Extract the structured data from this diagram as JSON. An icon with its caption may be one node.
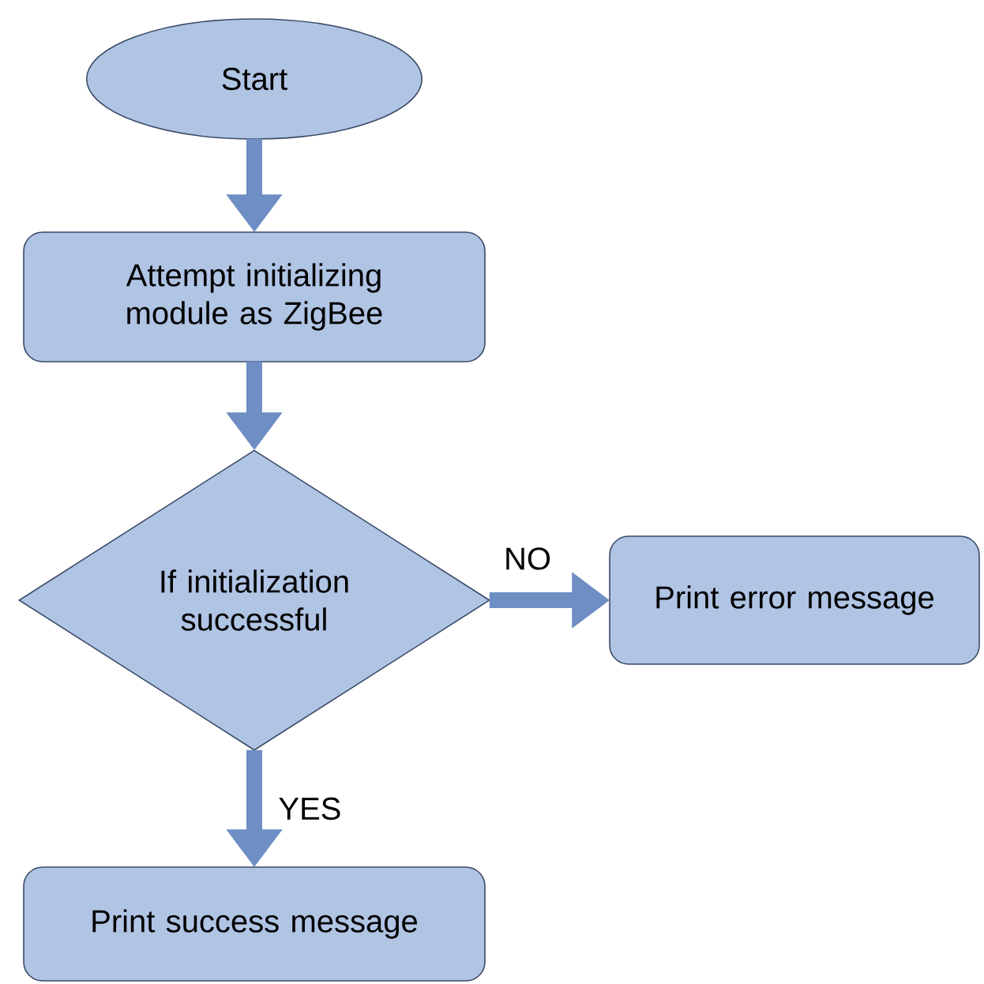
{
  "diagram": {
    "nodes": [
      {
        "text": [
          "Start"
        ]
      },
      {
        "text": [
          "Attempt initializing module as ZigBee"
        ]
      },
      {
        "text": [
          "If initialization successful"
        ]
      },
      {
        "text": [
          "Print error message"
        ]
      },
      {
        "text": [
          "Print success message"
        ]
      }
    ],
    "edges": [
      {
        "from": 0,
        "to": 1,
        "arrow": "to"
      },
      {
        "from": 1,
        "to": 2,
        "arrow": "to"
      },
      {
        "from": 2,
        "to": 3,
        "arrow": "to",
        "label": "NO"
      },
      {
        "from": 2,
        "to": 4,
        "arrow": "to",
        "label": "YES"
      }
    ]
  }
}
